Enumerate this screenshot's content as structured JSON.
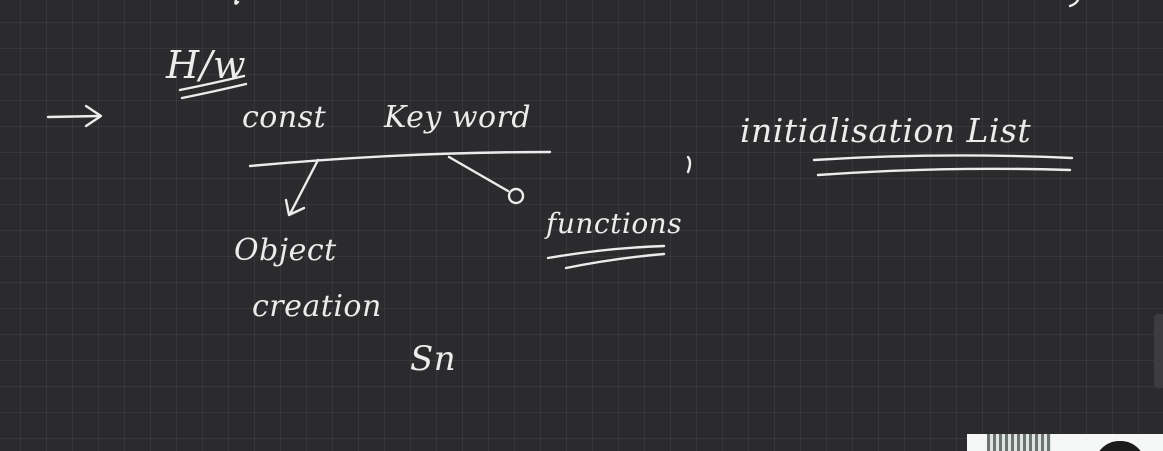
{
  "notes": {
    "heading": "H/w",
    "const": "const",
    "keyword": "Key word",
    "initialisation": "initialisation List",
    "object": "Object",
    "creation": "creation",
    "functions": "functions",
    "sn": "Sn"
  },
  "colors": {
    "background": "#2b2b2d",
    "ink": "#ececec"
  }
}
